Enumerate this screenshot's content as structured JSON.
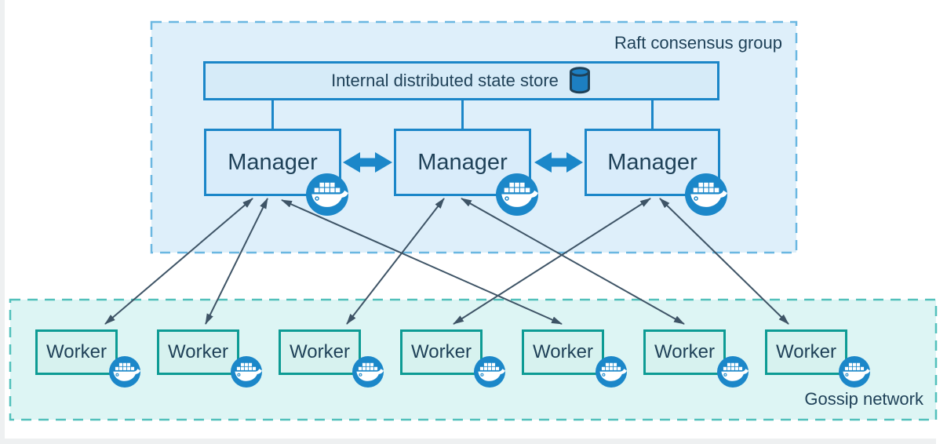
{
  "raft_group": {
    "label": "Raft consensus group",
    "state_store": {
      "label": "Internal distributed state store",
      "icon": "database-cylinder"
    },
    "managers": [
      {
        "id": "manager-1",
        "label": "Manager",
        "icon": "docker-whale"
      },
      {
        "id": "manager-2",
        "label": "Manager",
        "icon": "docker-whale"
      },
      {
        "id": "manager-3",
        "label": "Manager",
        "icon": "docker-whale"
      }
    ]
  },
  "gossip_network": {
    "label": "Gossip network",
    "workers": [
      {
        "id": "worker-1",
        "label": "Worker",
        "icon": "docker-whale"
      },
      {
        "id": "worker-2",
        "label": "Worker",
        "icon": "docker-whale"
      },
      {
        "id": "worker-3",
        "label": "Worker",
        "icon": "docker-whale"
      },
      {
        "id": "worker-4",
        "label": "Worker",
        "icon": "docker-whale"
      },
      {
        "id": "worker-5",
        "label": "Worker",
        "icon": "docker-whale"
      },
      {
        "id": "worker-6",
        "label": "Worker",
        "icon": "docker-whale"
      },
      {
        "id": "worker-7",
        "label": "Worker",
        "icon": "docker-whale"
      }
    ]
  },
  "connections": {
    "state_store_to_managers": [
      "manager-1",
      "manager-2",
      "manager-3"
    ],
    "manager_peer_arrows": [
      {
        "between": [
          "manager-1",
          "manager-2"
        ],
        "style": "thick-bidirectional"
      },
      {
        "between": [
          "manager-2",
          "manager-3"
        ],
        "style": "thick-bidirectional"
      }
    ],
    "manager_worker_arrows": [
      {
        "from": "manager-1",
        "to": "worker-1",
        "style": "thin-bidirectional"
      },
      {
        "from": "manager-1",
        "to": "worker-2",
        "style": "thin-bidirectional"
      },
      {
        "from": "manager-1",
        "to": "worker-5",
        "style": "thin-bidirectional"
      },
      {
        "from": "manager-2",
        "to": "worker-3",
        "style": "thin-bidirectional"
      },
      {
        "from": "manager-2",
        "to": "worker-6",
        "style": "thin-bidirectional"
      },
      {
        "from": "manager-3",
        "to": "worker-4",
        "style": "thin-bidirectional"
      },
      {
        "from": "manager-3",
        "to": "worker-7",
        "style": "thin-bidirectional"
      }
    ]
  },
  "colors": {
    "docker_blue": "#1b87c9",
    "manager_box_border": "#1b86c8",
    "manager_box_fill": "#d9ecfa",
    "raft_group_fill": "#deeffa",
    "raft_group_border": "#6ab7e1",
    "worker_box_border": "#0d9b94",
    "worker_box_fill": "#d7f2ef",
    "gossip_network_fill": "#ddf5f4",
    "gossip_network_border": "#52c0bb",
    "text": "#1f4158",
    "thin_arrow": "#3e5466"
  }
}
